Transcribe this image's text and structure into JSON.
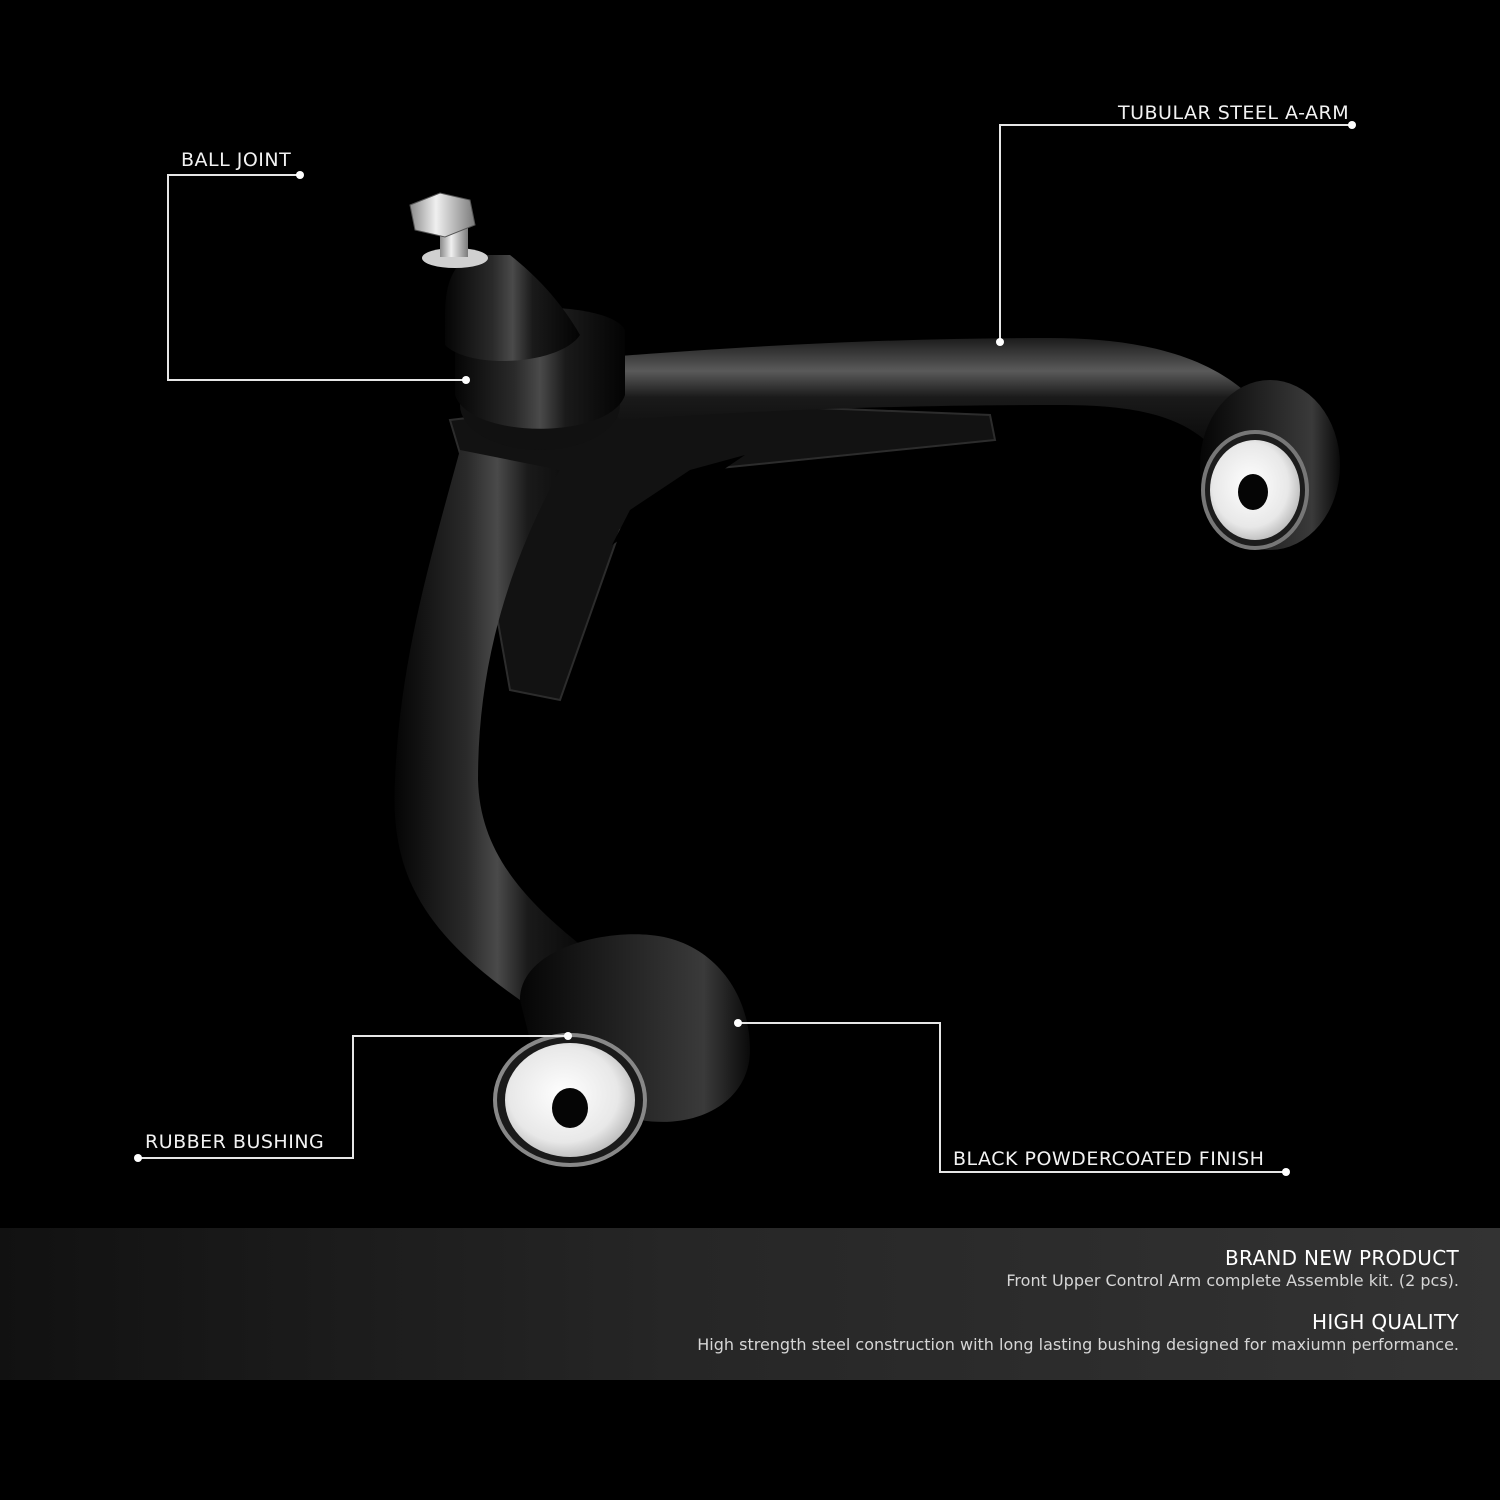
{
  "callouts": {
    "ball_joint": "BALL JOINT",
    "tubular_arm": "TUBULAR STEEL A-ARM",
    "rubber_bushing": "RUBBER BUSHING",
    "finish": "BLACK POWDERCOATED FINISH"
  },
  "info": {
    "brand_title": "BRAND NEW PRODUCT",
    "brand_text": "Front Upper Control Arm complete Assemble kit. (2 pcs).",
    "quality_title": "HIGH QUALITY",
    "quality_text": "High strength steel construction with long lasting bushing designed for maxiumn performance."
  },
  "colors": {
    "background": "#000000",
    "callout_line": "#e6e6e6",
    "part": "#0a0a0a"
  }
}
